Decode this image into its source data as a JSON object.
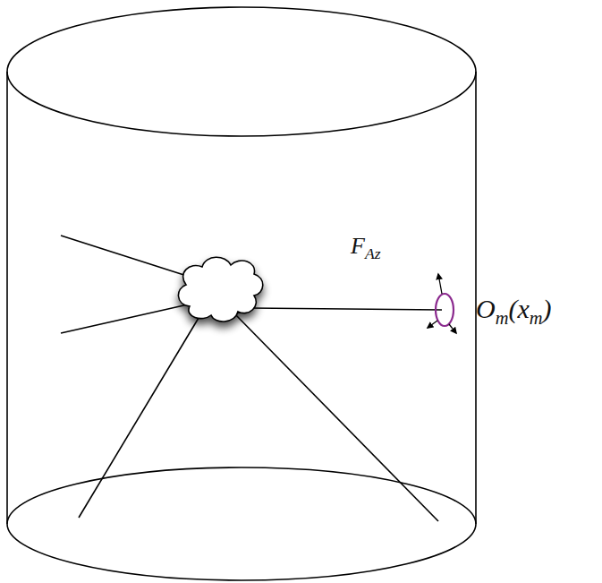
{
  "diagram": {
    "labels": [
      "F",
      "Az",
      "O",
      "m",
      "(x",
      "m",
      ")"
    ]
  }
}
